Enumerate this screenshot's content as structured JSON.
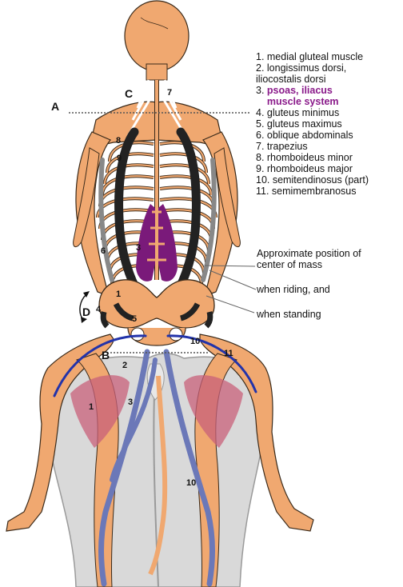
{
  "colors": {
    "bone": "#f0a870",
    "bone_outline": "#3a2a1a",
    "horse": "#d9d9d9",
    "horse_outline": "#9a9a9a",
    "gluteal_dark": "#222222",
    "psoas": "#7a1a7a",
    "oblique": "#888888",
    "hamstring_blue": "#2233aa",
    "leg_muscle": "#6b78b8",
    "pink_muscle": "#c8607a",
    "highlight_text": "#8a1a8a"
  },
  "legend": [
    {
      "text": "1. medial gluteal muscle",
      "highlight": false
    },
    {
      "text": "2. longissimus dorsi,",
      "highlight": false
    },
    {
      "text": "iliocostalis dorsi",
      "highlight": false
    },
    {
      "text": "3. ",
      "highlight": false,
      "tail": "psoas, iliacus"
    },
    {
      "text": "    ",
      "highlight": false,
      "tail": "muscle system"
    },
    {
      "text": "4. gluteus minimus",
      "highlight": false
    },
    {
      "text": "5. gluteus maximus",
      "highlight": false
    },
    {
      "text": "6. oblique abdominals",
      "highlight": false
    },
    {
      "text": "7. trapezius",
      "highlight": false
    },
    {
      "text": "8. rhomboideus minor",
      "highlight": false
    },
    {
      "text": "9. rhomboideus major",
      "highlight": false
    },
    {
      "text": "10. semitendinosus (part)",
      "highlight": false
    },
    {
      "text": "11. semimembranosus",
      "highlight": false
    }
  ],
  "center_of_mass": {
    "line1": "Approximate position of",
    "line2": "center of mass",
    "riding": "when riding, and",
    "standing": "when standing"
  },
  "reference_letters": {
    "a": "A",
    "b": "B",
    "c": "C",
    "d": "D"
  },
  "muscle_numbers": {
    "n7": "7",
    "n8": "8",
    "n9": "9",
    "n3_psoas": "3",
    "n6": "6",
    "n1_hip": "1",
    "n4": "4",
    "n5": "5",
    "n2": "2",
    "n10_top": "10",
    "n11": "11",
    "n1_horse": "1",
    "n3_horse": "3",
    "n10_leg": "10"
  }
}
